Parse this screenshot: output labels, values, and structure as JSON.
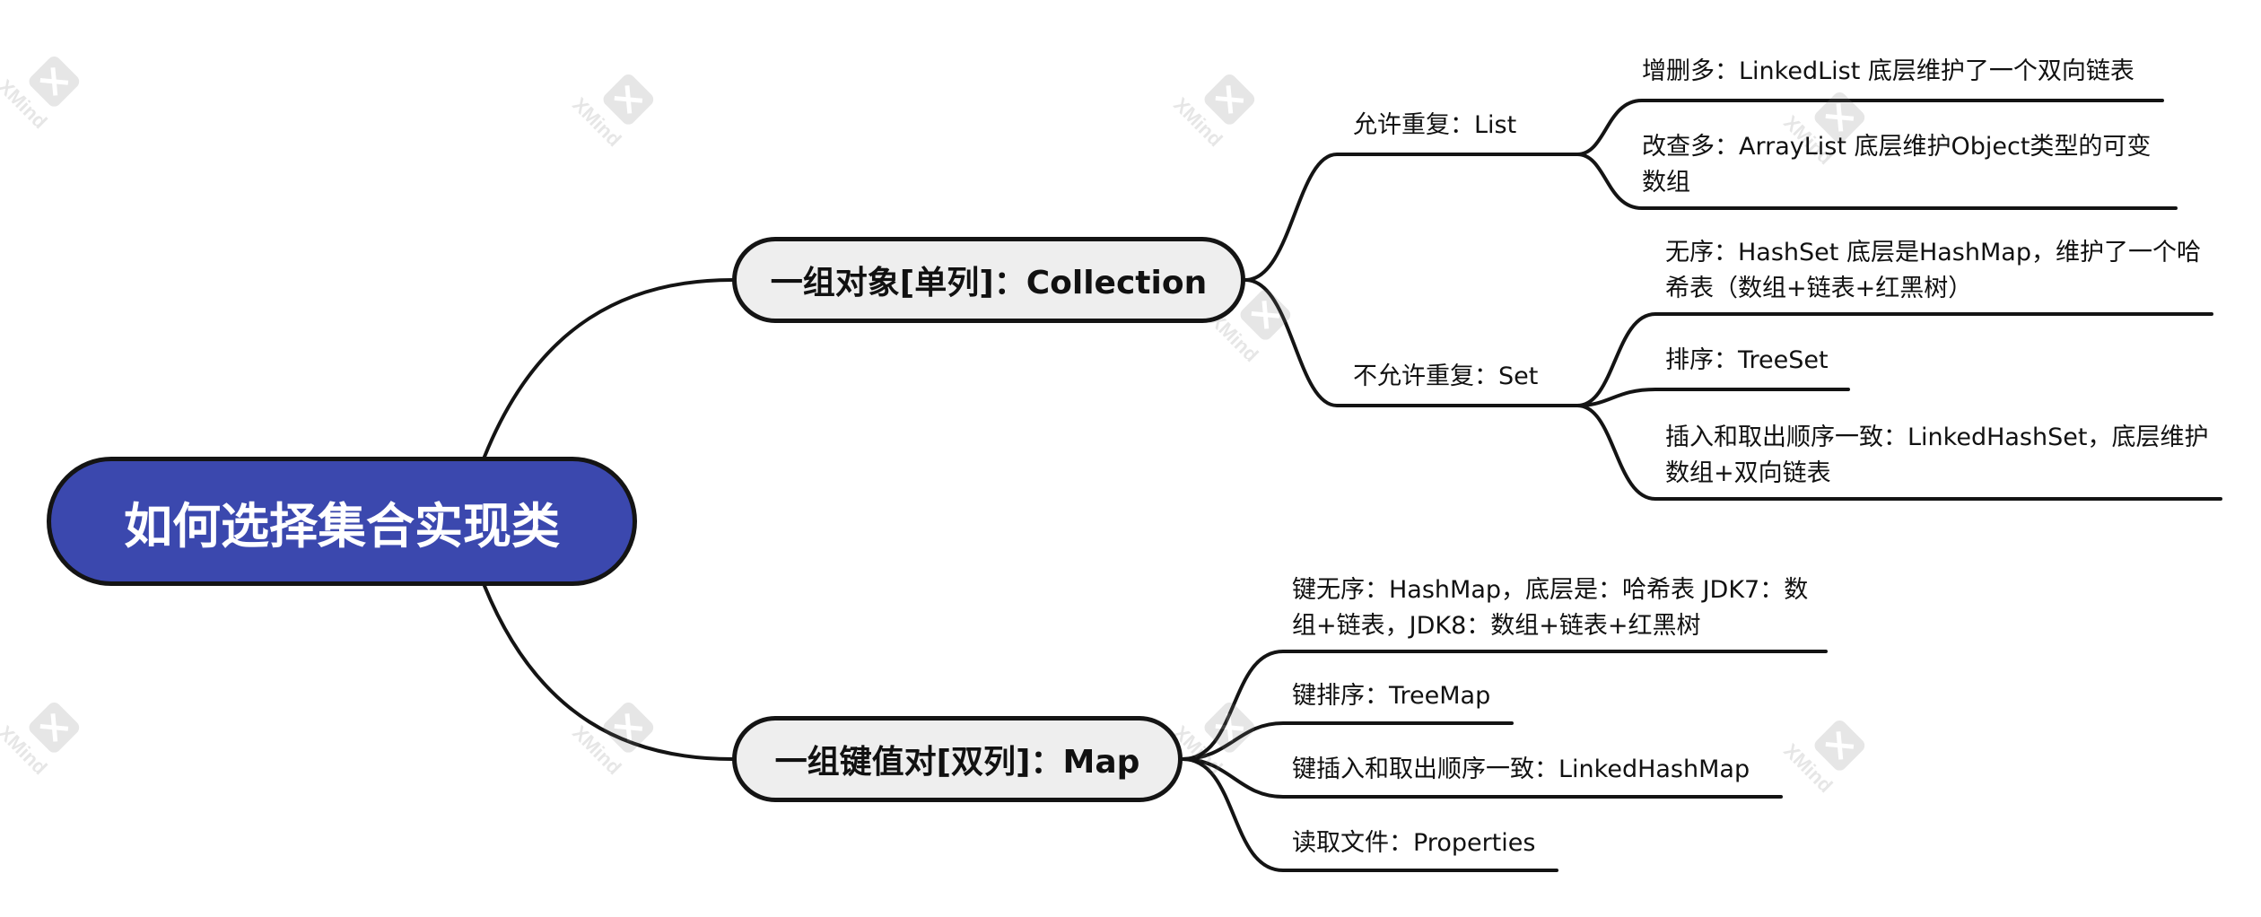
{
  "root": {
    "label": "如何选择集合实现类"
  },
  "branches": {
    "collection": {
      "label": "一组对象[单列]：Collection",
      "list": {
        "label": "允许重复：List",
        "items": [
          "增删多：LinkedList 底层维护了一个双向链表",
          "改查多：ArrayList 底层维护Object类型的可变数组"
        ]
      },
      "set": {
        "label": "不允许重复：Set",
        "items": [
          "无序：HashSet 底层是HashMap，维护了一个哈希表（数组+链表+红黑树）",
          "排序：TreeSet",
          "插入和取出顺序一致：LinkedHashSet，底层维护数组+双向链表"
        ]
      }
    },
    "map": {
      "label": "一组键值对[双列]：Map",
      "items": [
        "键无序：HashMap，底层是：哈希表  JDK7：数组+链表，JDK8：数组+链表+红黑树",
        "键排序：TreeMap",
        "键插入和取出顺序一致：LinkedHashMap",
        "读取文件：Properties"
      ]
    }
  },
  "watermark": {
    "text": "XMind",
    "icon": "xmind-logo-icon"
  },
  "colors": {
    "root_fill": "#3b48ae",
    "branch_fill": "#eeeeee",
    "line": "#141414"
  }
}
